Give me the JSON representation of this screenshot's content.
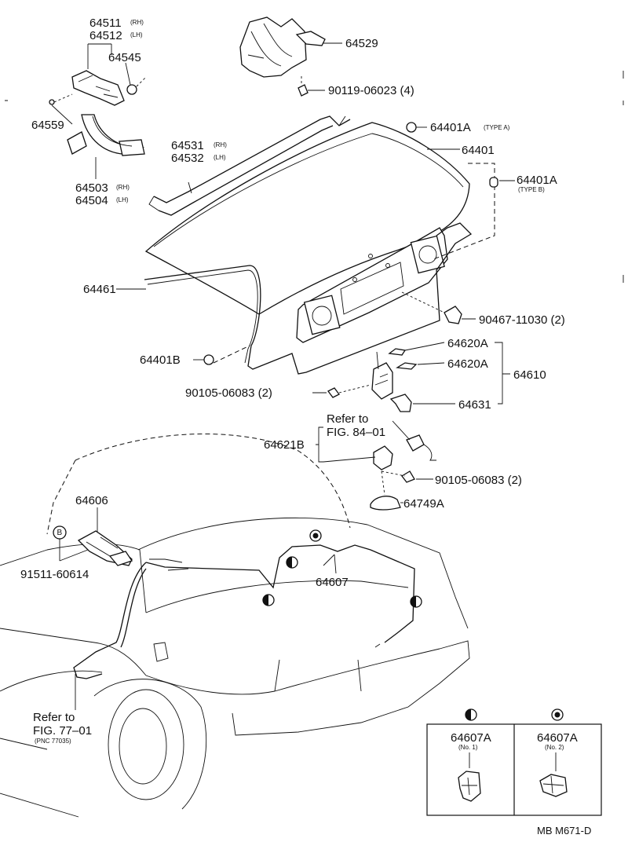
{
  "labels": {
    "p64511": "64511",
    "p64511_note": "(RH)",
    "p64512": "64512",
    "p64512_note": "(LH)",
    "p64545": "64545",
    "p64559": "64559",
    "p64503": "64503",
    "p64503_note": "(RH)",
    "p64504": "64504",
    "p64504_note": "(LH)",
    "p64529": "64529",
    "p90119": "90119-06023 (4)",
    "p64401A_a": "64401A",
    "p64401A_a_note": "(TYPE A)",
    "p64401": "64401",
    "p64531": "64531",
    "p64531_note": "(RH)",
    "p64532": "64532",
    "p64532_note": "(LH)",
    "p64401A_b": "64401A",
    "p64401A_b_note": "(TYPE B)",
    "p64461": "64461",
    "p90467": "90467-11030 (2)",
    "p64401B": "64401B",
    "p64620A_1": "64620A",
    "p64620A_2": "64620A",
    "p64610": "64610",
    "p90105_a": "90105-06083 (2)",
    "p64631": "64631",
    "refer84_1": "Refer to",
    "refer84_2": "FIG. 84–01",
    "p64621B": "64621B",
    "p90105_b": "90105-06083 (2)",
    "p64749A": "64749A",
    "p64606": "64606",
    "p91511": "91511-60614",
    "p64607": "64607",
    "refer77_1": "Refer to",
    "refer77_2": "FIG. 77–01",
    "refer77_3": "(PNC 77035)",
    "inset1_part": "64607A",
    "inset1_note": "(No. 1)",
    "inset2_part": "64607A",
    "inset2_note": "(No. 2)",
    "marker_b": "B",
    "figure_code": "MB M671-D"
  }
}
